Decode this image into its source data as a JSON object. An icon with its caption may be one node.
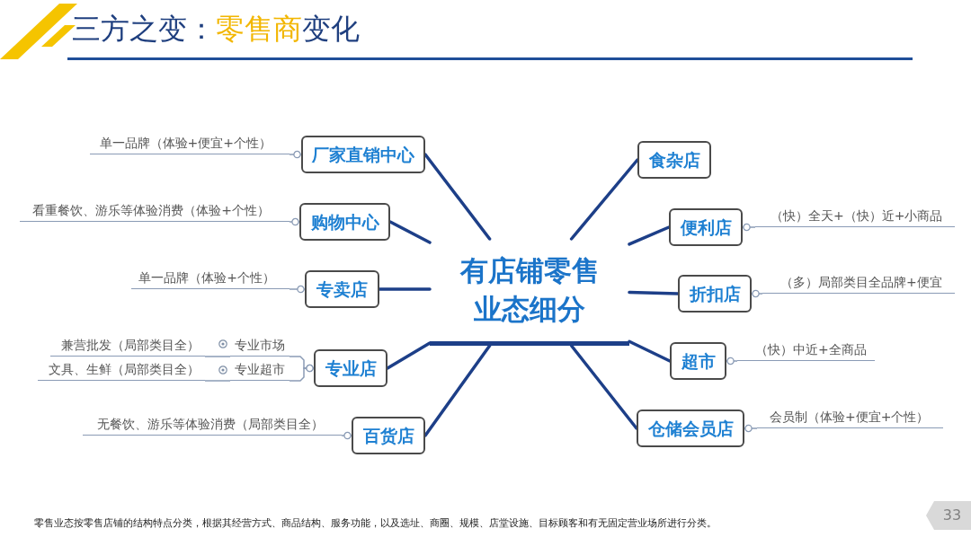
{
  "diagram": {
    "title": "三方之变：**零售商**变化",
    "caption": "零售业态按零售店铺的结构特点分类，根据其经营方式、商品结构、服务功能，以及选址、商圈、规模、店堂设施、目标顾客和有无固定营业场所进行分类。",
    "nodes": [
      {
        "text": [
          "有店铺零售业态细分"
        ]
      },
      {
        "text": [
          "厂家直销中心"
        ]
      },
      {
        "text": [
          "购物中心"
        ]
      },
      {
        "text": [
          "专卖店"
        ]
      },
      {
        "text": [
          "专业店"
        ]
      },
      {
        "text": [
          "百货店"
        ]
      },
      {
        "text": [
          "食杂店"
        ]
      },
      {
        "text": [
          "便利店"
        ]
      },
      {
        "text": [
          "折扣店"
        ]
      },
      {
        "text": [
          "超市"
        ]
      },
      {
        "text": [
          "仓储会员店"
        ]
      },
      {
        "text": [
          "单一品牌（体验+便宜+个性）"
        ]
      },
      {
        "text": [
          "看重餐饮、游乐等体验消费（体验+个性）"
        ]
      },
      {
        "text": [
          "单一品牌（体验+个性）"
        ]
      },
      {
        "text": [
          "专业市场"
        ]
      },
      {
        "text": [
          "兼营批发（局部类目全）"
        ]
      },
      {
        "text": [
          "专业超市"
        ]
      },
      {
        "text": [
          "文具、生鲜（局部类目全）"
        ]
      },
      {
        "text": [
          "无餐饮、游乐等体验消费（局部类目全）"
        ]
      },
      {
        "text": [
          "（快）全天+（快）近+小商品"
        ]
      },
      {
        "text": [
          "（多）局部类目全品牌+便宜"
        ]
      },
      {
        "text": [
          "（快）中近+全商品"
        ]
      },
      {
        "text": [
          "会员制（体验+便宜+个性）"
        ]
      }
    ],
    "edges": [
      {
        "from": 0,
        "to": 1,
        "arrow": "none",
        "style": "thick",
        "color": "#1d3f88"
      },
      {
        "from": 0,
        "to": 2,
        "arrow": "none",
        "style": "thick",
        "color": "#1d3f88"
      },
      {
        "from": 0,
        "to": 3,
        "arrow": "none",
        "style": "thick",
        "color": "#1d3f88"
      },
      {
        "from": 0,
        "to": 4,
        "arrow": "none",
        "style": "thick",
        "color": "#1d3f88"
      },
      {
        "from": 0,
        "to": 5,
        "arrow": "none",
        "style": "thick",
        "color": "#1d3f88"
      },
      {
        "from": 0,
        "to": 6,
        "arrow": "none",
        "style": "thick",
        "color": "#1d3f88"
      },
      {
        "from": 0,
        "to": 7,
        "arrow": "none",
        "style": "thick",
        "color": "#1d3f88"
      },
      {
        "from": 0,
        "to": 8,
        "arrow": "none",
        "style": "thick",
        "color": "#1d3f88"
      },
      {
        "from": 0,
        "to": 9,
        "arrow": "none",
        "style": "thick",
        "color": "#1d3f88"
      },
      {
        "from": 0,
        "to": 10,
        "arrow": "none",
        "style": "thick",
        "color": "#1d3f88"
      },
      {
        "from": 1,
        "to": 11,
        "arrow": "other"
      },
      {
        "from": 2,
        "to": 12,
        "arrow": "other"
      },
      {
        "from": 3,
        "to": 13,
        "arrow": "other"
      },
      {
        "from": 4,
        "to": 14,
        "arrow": "other"
      },
      {
        "from": 14,
        "to": 15,
        "arrow": "none"
      },
      {
        "from": 4,
        "to": 16,
        "arrow": "other"
      },
      {
        "from": 16,
        "to": 17,
        "arrow": "none"
      },
      {
        "from": 5,
        "to": 18,
        "arrow": "other"
      },
      {
        "from": 7,
        "to": 19,
        "arrow": "other"
      },
      {
        "from": 8,
        "to": 20,
        "arrow": "other"
      },
      {
        "from": 9,
        "to": 21,
        "arrow": "other"
      },
      {
        "from": 10,
        "to": 22,
        "arrow": "other"
      }
    ],
    "labels": [
      "33"
    ]
  }
}
